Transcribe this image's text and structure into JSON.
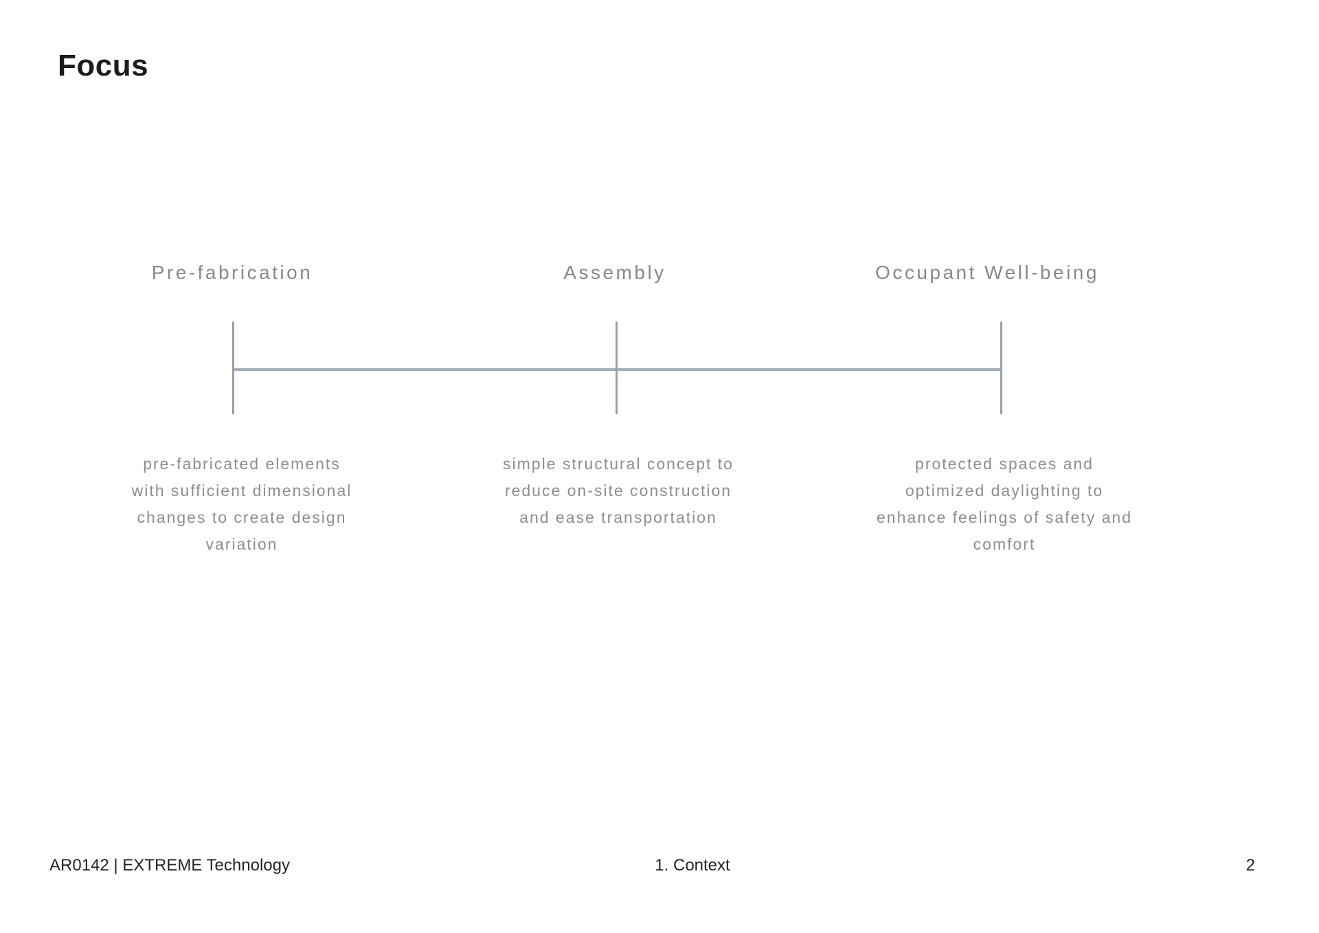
{
  "slide": {
    "title": "Focus",
    "columns": [
      {
        "heading": "Pre-fabrication",
        "description": "pre-fabricated elements with sufficient dimensional changes to create design variation",
        "description_lines": [
          "pre-fabricated elements",
          "with sufficient dimensional",
          "changes to create design",
          "variation"
        ]
      },
      {
        "heading": "Assembly",
        "description": "simple structural concept to reduce on-site construction and ease transportation",
        "description_lines": [
          "simple structural concept to",
          "reduce on-site construction",
          "and ease transportation"
        ]
      },
      {
        "heading": "Occupant Well-being",
        "description": "protected spaces and optimized daylighting to enhance feelings of safety and comfort",
        "description_lines": [
          "protected spaces and",
          "optimized daylighting to",
          "enhance feelings of safety and",
          "comfort"
        ]
      }
    ],
    "footer": {
      "left": "AR0142 | EXTREME Technology",
      "center": "1. Context",
      "page_number": "2"
    },
    "colors": {
      "background": "#ffffff",
      "title_text": "#1c1c20",
      "heading_text": "#88888b",
      "body_text": "#8d8d8f",
      "footer_text": "#242424",
      "axis_line": "#a8aeb9",
      "tick_line": "#9c9da5"
    }
  }
}
